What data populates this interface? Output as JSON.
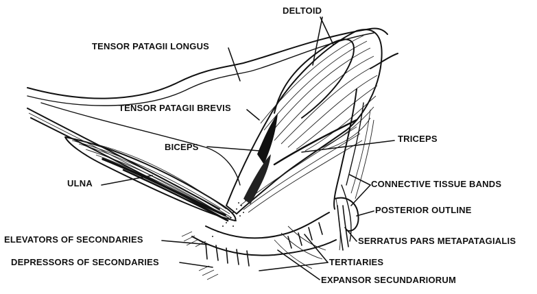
{
  "labels": {
    "deltoid": "DELTOID",
    "tensor_patagii_longus": "TENSOR PATAGII LONGUS",
    "tensor_patagii_brevis": "TENSOR PATAGII BREVIS",
    "biceps": "BICEPS",
    "triceps": "TRICEPS",
    "ulna": "ULNA",
    "connective_tissue_bands": "CONNECTIVE TISSUE BANDS",
    "posterior_outline": "POSTERIOR OUTLINE",
    "elevators_of_secondaries": "ELEVATORS OF SECONDARIES",
    "serratus_pars_metapatagialis": "SERRATUS PARS METAPATAGIALIS",
    "depressors_of_secondaries": "DEPRESSORS OF SECONDARIES",
    "tertiaries": "TERTIARIES",
    "expansor_secundariorum": "EXPANSOR SECUNDARIORUM"
  }
}
